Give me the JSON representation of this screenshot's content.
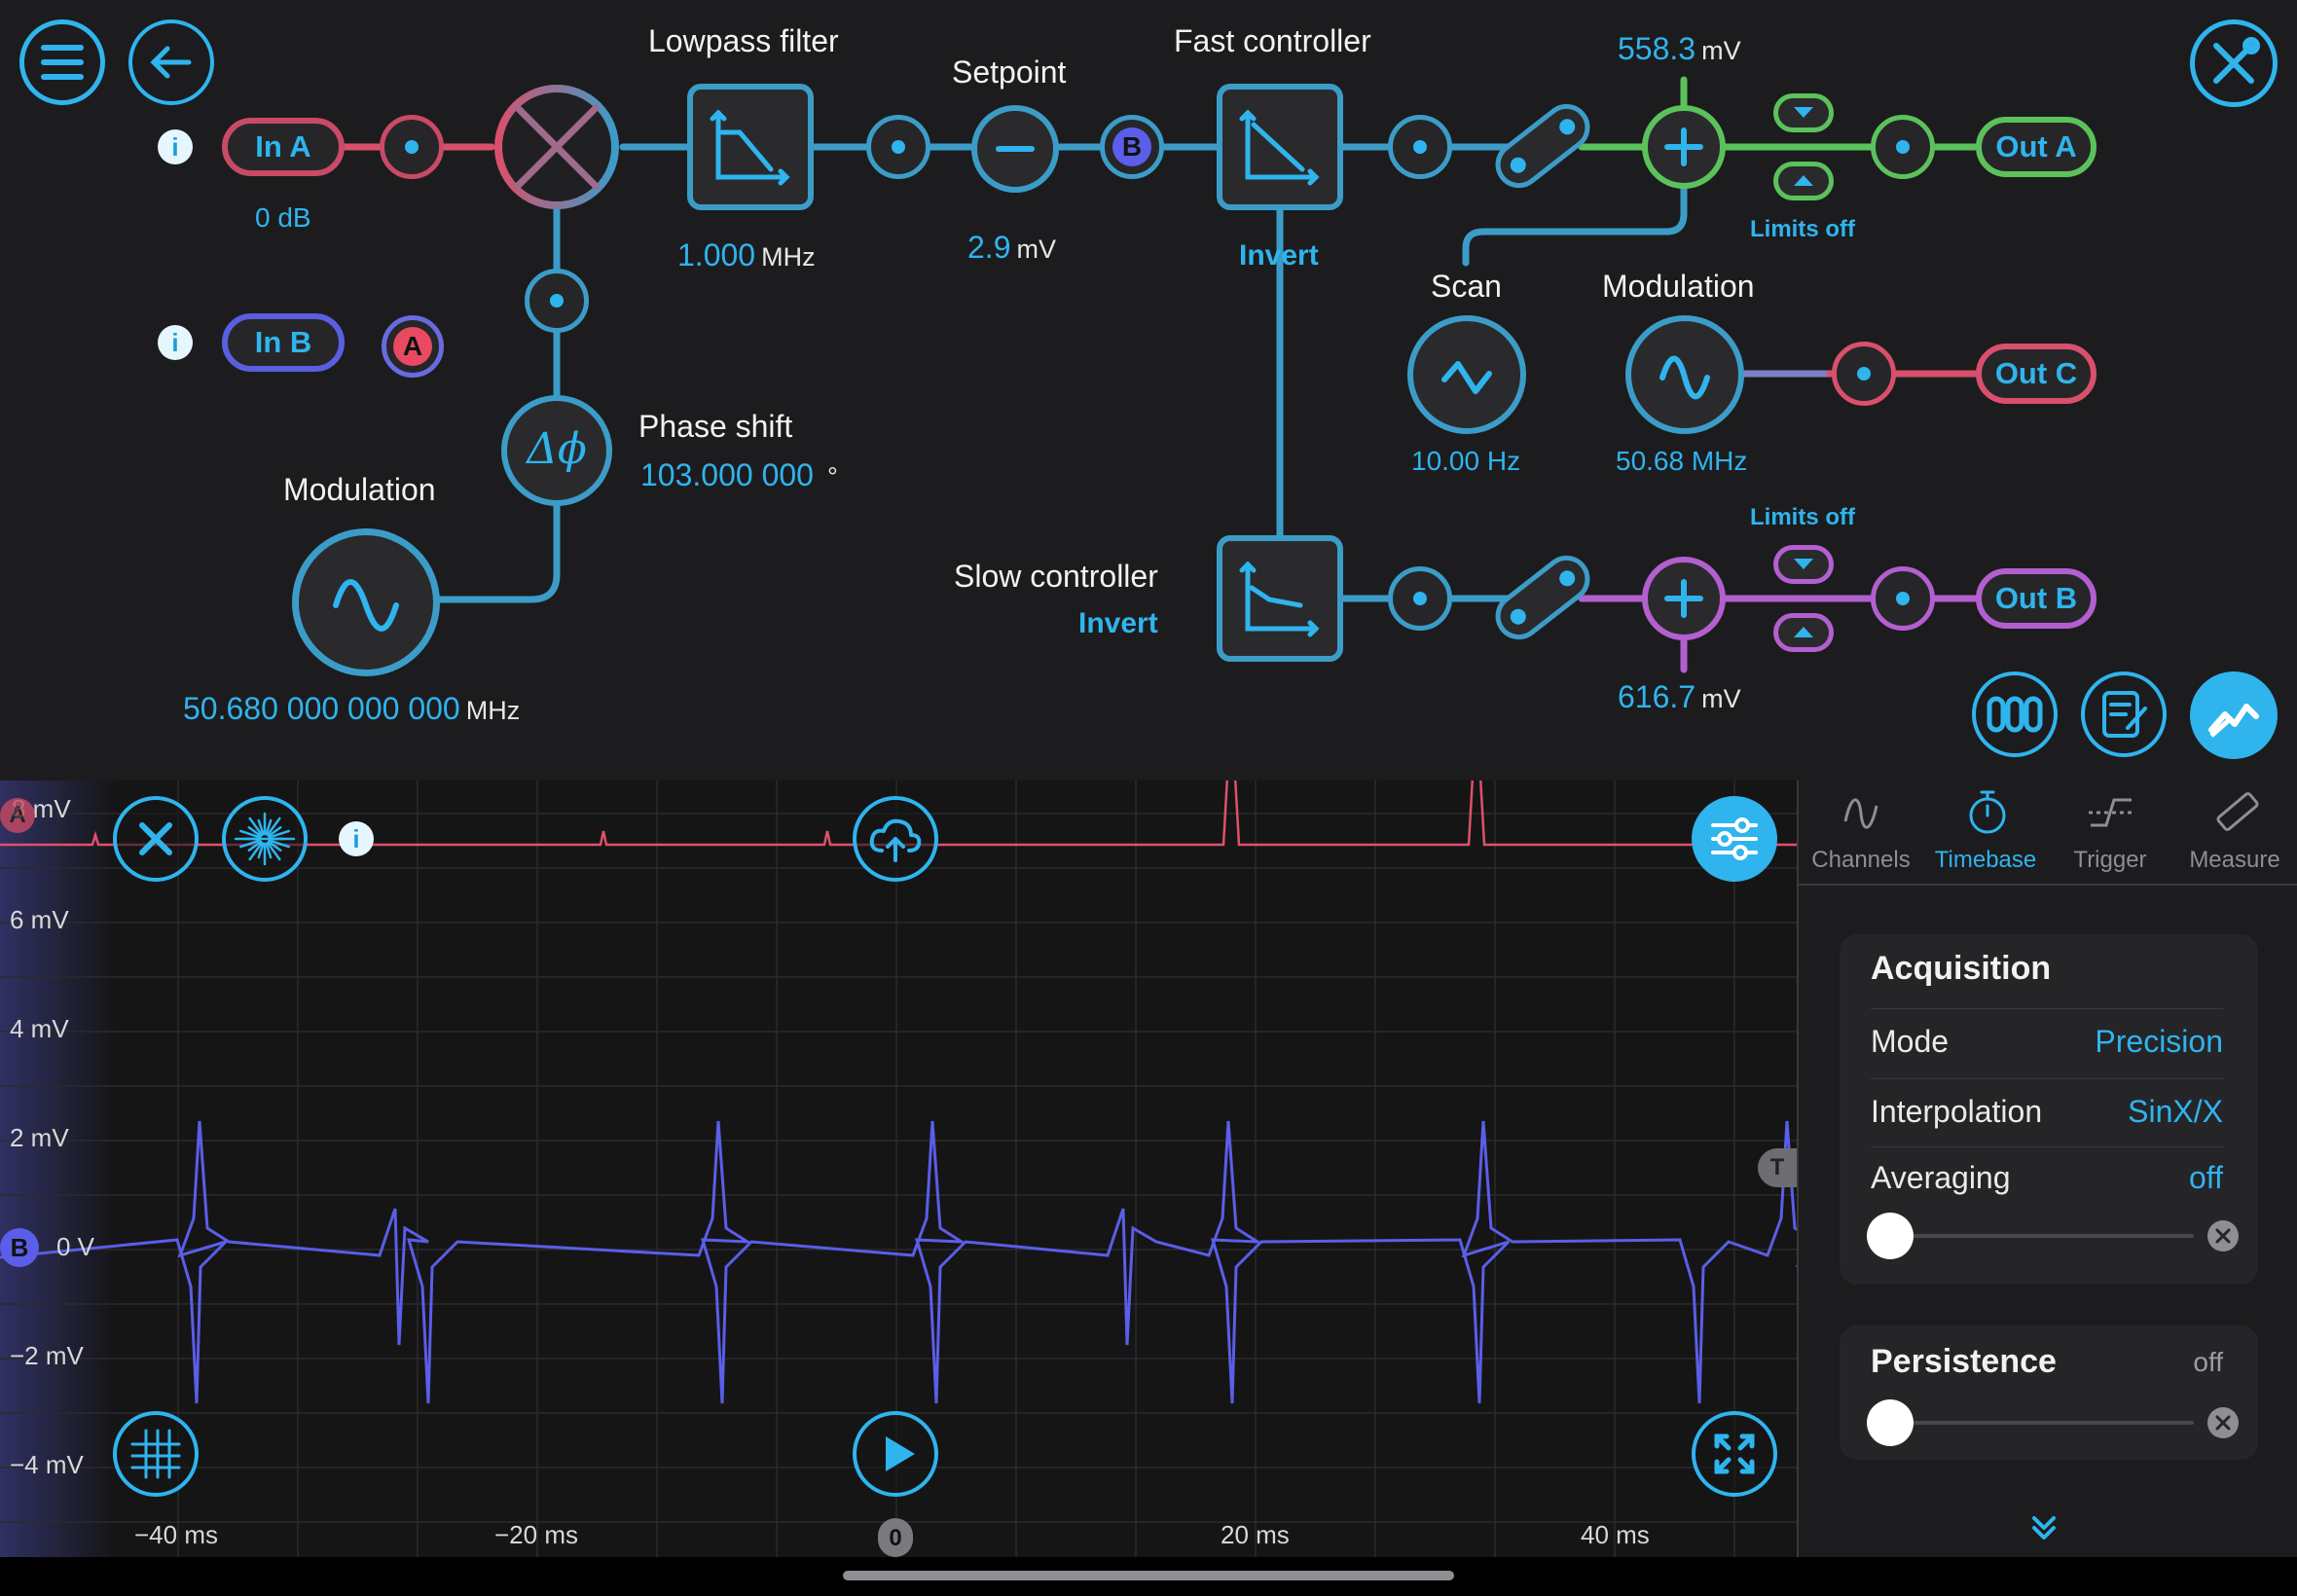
{
  "header": {
    "lowpass_title": "Lowpass filter",
    "lowpass_value": "1.000",
    "lowpass_unit": "MHz",
    "setpoint_title": "Setpoint",
    "setpoint_value": "2.9",
    "setpoint_unit": "mV",
    "fast_title": "Fast controller",
    "fast_invert": "Invert",
    "slow_title": "Slow controller",
    "slow_invert": "Invert",
    "outA_offset_value": "558.3",
    "outA_offset_unit": "mV",
    "outB_offset_value": "616.7",
    "outB_offset_unit": "mV",
    "limits_top": "Limits off",
    "limits_bottom": "Limits off",
    "scan_title": "Scan",
    "scan_value": "10.00 Hz",
    "mod_right_title": "Modulation",
    "mod_right_value": "50.68 MHz",
    "mod_left_title": "Modulation",
    "mod_left_value": "50.680 000 000 000",
    "mod_left_unit": "MHz",
    "phase_title": "Phase shift",
    "phase_value": "103.000 000",
    "phase_unit": "°",
    "phase_symbol": "Δϕ",
    "inA_label": "In A",
    "inA_gain": "0 dB",
    "inB_label": "In B",
    "badge_A": "A",
    "badge_B": "B",
    "outA_label": "Out A",
    "outB_label": "Out B",
    "outC_label": "Out C"
  },
  "scope": {
    "channel_a_marker": "A",
    "channel_b_marker": "B",
    "trigger_marker": "T",
    "zero_marker": "0",
    "y_ticks": [
      "8 mV",
      "6 mV",
      "4 mV",
      "2 mV",
      "0 V",
      "−2 mV",
      "−4 mV"
    ],
    "x_ticks": [
      "−40 ms",
      "−20 ms",
      "20 ms",
      "40 ms"
    ],
    "colors": {
      "channel_a": "#e0506a",
      "channel_b": "#5a5ee8",
      "accent": "#2fb4ee"
    }
  },
  "panel": {
    "tabs": [
      {
        "label": "Channels",
        "icon": "sine-wave-icon"
      },
      {
        "label": "Timebase",
        "icon": "stopwatch-icon"
      },
      {
        "label": "Trigger",
        "icon": "trigger-edge-icon"
      },
      {
        "label": "Measure",
        "icon": "ruler-icon"
      }
    ],
    "active_tab": "Timebase",
    "acquisition": {
      "title": "Acquisition",
      "mode_label": "Mode",
      "mode_value": "Precision",
      "interp_label": "Interpolation",
      "interp_value": "SinX/X",
      "avg_label": "Averaging",
      "avg_value": "off",
      "avg_slider": 0
    },
    "persistence": {
      "title": "Persistence",
      "value": "off",
      "slider": 0
    }
  }
}
